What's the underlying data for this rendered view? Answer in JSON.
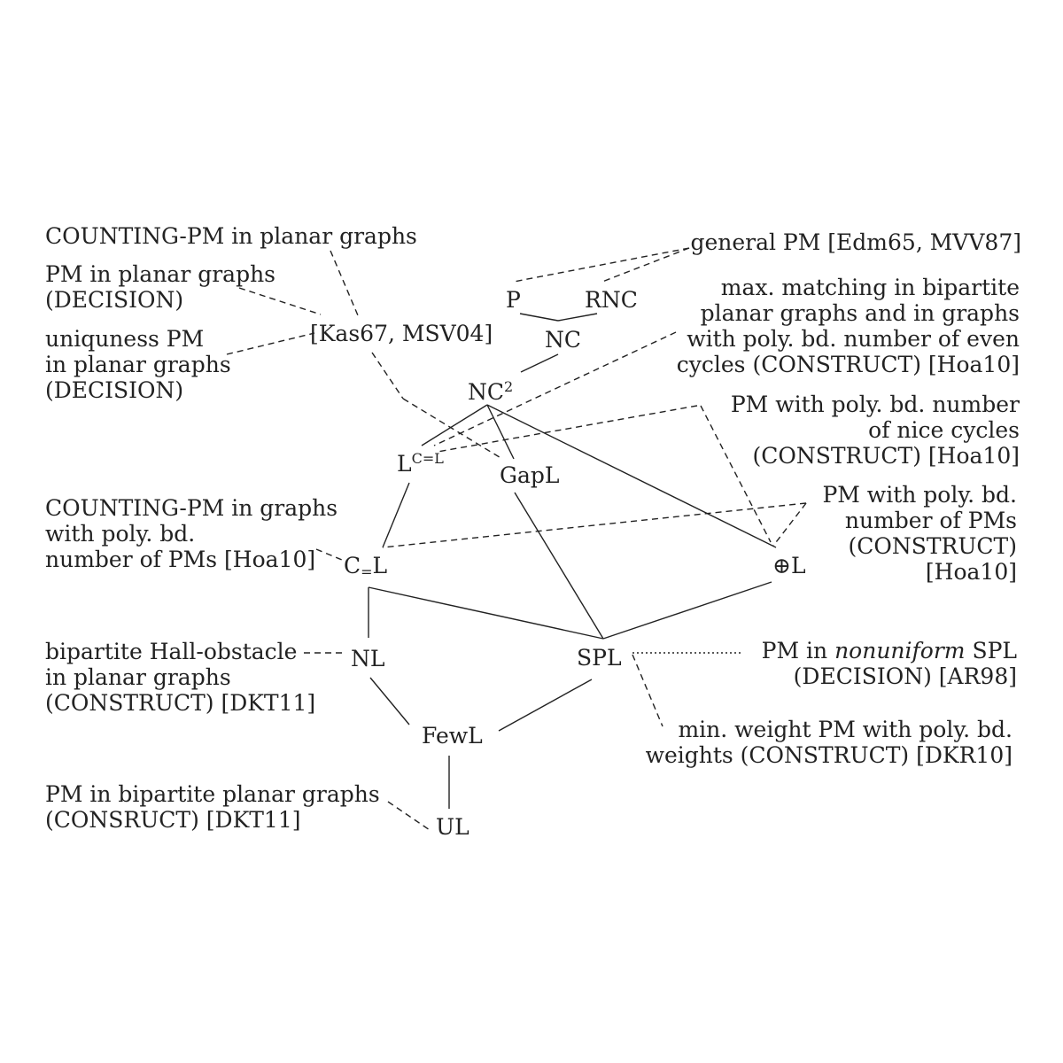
{
  "nodes": {
    "p": "P",
    "rnc": "RNC",
    "nc": "NC",
    "nc2_base": "NC",
    "nc2_sup": "2",
    "lceql_base": "L",
    "lceql_sup": "C=L",
    "gapl": "GapL",
    "ceql_base": "C",
    "ceql_sub": "=",
    "ceql_tail": "L",
    "xorl": "⊕L",
    "nl": "NL",
    "spl": "SPL",
    "fewl": "FewL",
    "ul": "UL",
    "kas": "[Kas67, MSV04]"
  },
  "labels": {
    "counting_planar": "COUNTING-PM in planar graphs",
    "pm_planar": "PM in planar graphs\n(DECISION)",
    "unique_pm": "uniquness PM\nin planar graphs\n(DECISION)",
    "counting_polybd": "COUNTING-PM in graphs\nwith poly. bd.\nnumber of PMs [Hoa10]",
    "hall": "bipartite Hall-obstacle\nin planar graphs\n(CONSTRUCT) [DKT11]",
    "pm_bip_planar": "PM in bipartite planar graphs\n(CONSRUCT) [DKT11]",
    "general_pm": "general PM [Edm65, MVV87]",
    "max_matching": "max. matching in bipartite\nplanar graphs and in graphs\nwith poly. bd. number of even\ncycles (CONSTRUCT) [Hoa10]",
    "nice_cycles": "PM with poly. bd. number\nof nice cycles\n(CONSTRUCT) [Hoa10]",
    "polybd_pms": "PM with poly. bd.\nnumber of PMs\n(CONSTRUCT)\n[Hoa10]",
    "nonuniform_pre": "PM in ",
    "nonuniform_em": "nonuniform",
    "nonuniform_post": " SPL",
    "nonuniform_line2": "(DECISION) [AR98]",
    "min_weight": "min. weight PM with poly. bd.\nweights (CONSTRUCT) [DKR10]"
  }
}
